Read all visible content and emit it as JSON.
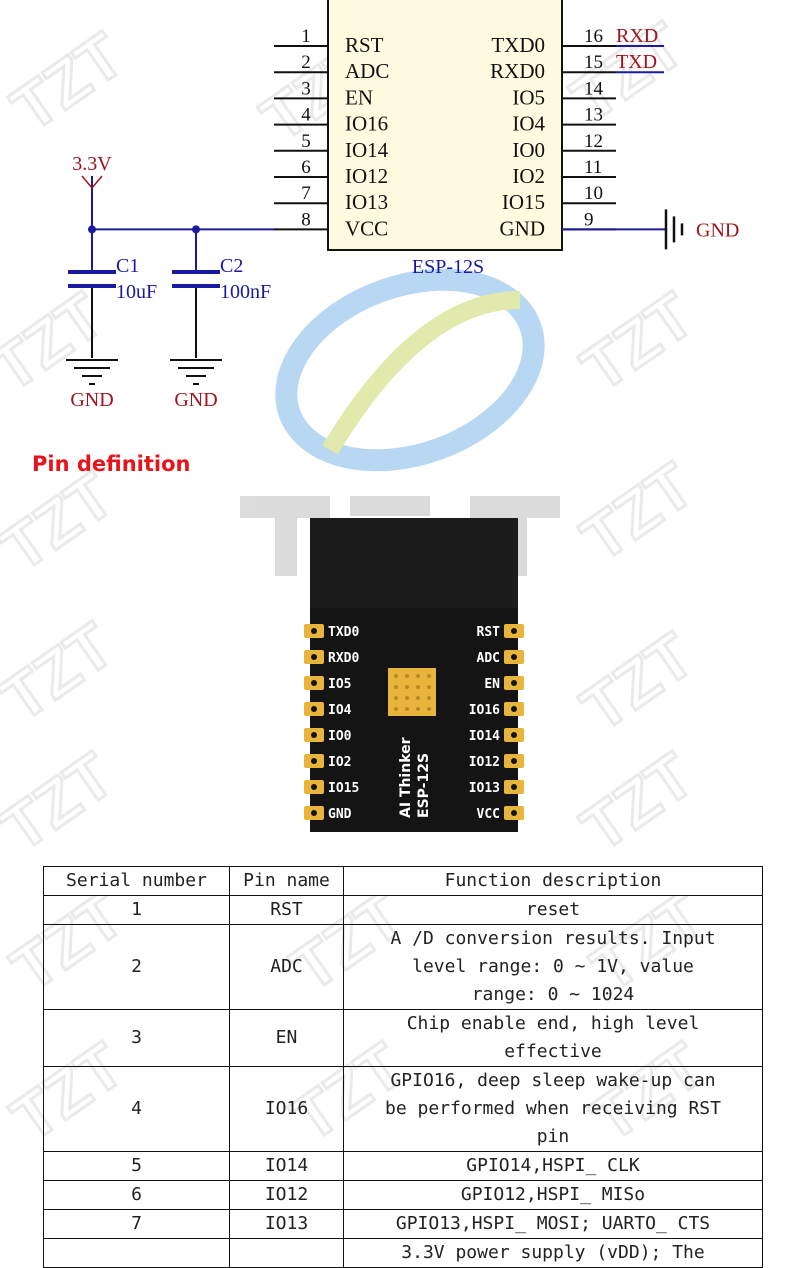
{
  "schematic": {
    "module_name": "ESP-12S",
    "left_pins": [
      {
        "num": "1",
        "name": "RST"
      },
      {
        "num": "2",
        "name": "ADC"
      },
      {
        "num": "3",
        "name": "EN"
      },
      {
        "num": "4",
        "name": "IO16"
      },
      {
        "num": "5",
        "name": "IO14"
      },
      {
        "num": "6",
        "name": "IO12"
      },
      {
        "num": "7",
        "name": "IO13"
      },
      {
        "num": "8",
        "name": "VCC"
      }
    ],
    "right_pins": [
      {
        "num": "16",
        "name": "TXD0",
        "net": "RXD"
      },
      {
        "num": "15",
        "name": "RXD0",
        "net": "TXD"
      },
      {
        "num": "14",
        "name": "IO5",
        "net": ""
      },
      {
        "num": "13",
        "name": "IO4",
        "net": ""
      },
      {
        "num": "12",
        "name": "IO0",
        "net": ""
      },
      {
        "num": "11",
        "name": "IO2",
        "net": ""
      },
      {
        "num": "10",
        "name": "IO15",
        "net": ""
      },
      {
        "num": "9",
        "name": "GND",
        "net": ""
      }
    ],
    "power_label": "3.3V",
    "gnd_label": "GND",
    "c1": {
      "ref": "C1",
      "value": "10uF"
    },
    "c2": {
      "ref": "C2",
      "value": "100nF"
    },
    "colors": {
      "wire": "#1a1aa0",
      "net_label": "#a0141c",
      "power": "#a0141c",
      "ink": "#111111"
    }
  },
  "section_heading": "Pin definition",
  "module_photo": {
    "left_labels": [
      "TXD0",
      "RXD0",
      "IO5",
      "IO4",
      "IO0",
      "IO2",
      "IO15",
      "GND"
    ],
    "right_labels": [
      "RST",
      "ADC",
      "EN",
      "IO16",
      "IO14",
      "IO12",
      "IO13",
      "VCC"
    ],
    "brand": "AI Thinker",
    "model": "ESP-12S",
    "colors": {
      "board": "#141414",
      "pad": "#e8b43c",
      "text": "#ffffff"
    }
  },
  "table": {
    "headers": [
      "Serial number",
      "Pin name",
      "Function description"
    ],
    "rows": [
      {
        "num": "1",
        "pin": "RST",
        "desc": [
          "reset"
        ]
      },
      {
        "num": "2",
        "pin": "ADC",
        "desc": [
          "A /D conversion results. Input",
          "level range: 0 ~ 1V, value",
          "range: 0 ~ 1024"
        ]
      },
      {
        "num": "3",
        "pin": "EN",
        "desc": [
          "Chip enable end, high level",
          "effective"
        ]
      },
      {
        "num": "4",
        "pin": "IO16",
        "desc": [
          "GPIO16, deep sleep wake-up can",
          "be performed when receiving RST",
          "pin"
        ]
      },
      {
        "num": "5",
        "pin": "IO14",
        "desc": [
          "GPIO14,HSPI_ CLK"
        ]
      },
      {
        "num": "6",
        "pin": "IO12",
        "desc": [
          "GPIO12,HSPI_ MISo"
        ]
      },
      {
        "num": "7",
        "pin": "IO13",
        "desc": [
          "GPIO13,HSPI_ MOSI; UARTO_ CTS"
        ]
      },
      {
        "num": "",
        "pin": "",
        "desc": [
          "3.3V power supply (vDD); The"
        ]
      }
    ]
  },
  "watermark_text": "TZT"
}
